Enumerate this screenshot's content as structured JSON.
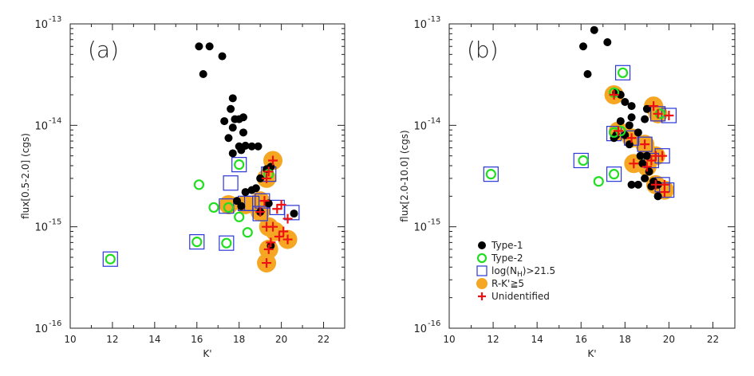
{
  "chart_data": [
    {
      "type": "scatter",
      "panel_label": "(a)",
      "xlabel": "K'",
      "ylabel": "flux[0.5-2.0] (cgs)",
      "xlim": [
        10,
        23
      ],
      "ylim": [
        1e-16,
        1e-13
      ],
      "yscale": "log",
      "xticks": [
        "10",
        "12",
        "14",
        "16",
        "18",
        "20",
        "22"
      ],
      "yticks": [
        {
          "base": "10",
          "exp": "-16",
          "value": 1e-16
        },
        {
          "base": "10",
          "exp": "-15",
          "value": 1e-15
        },
        {
          "base": "10",
          "exp": "-14",
          "value": 1e-14
        },
        {
          "base": "10",
          "exp": "-13",
          "value": 1e-13
        }
      ],
      "series": {
        "type1": [
          [
            16.1,
            6e-14
          ],
          [
            16.6,
            6e-14
          ],
          [
            17.2,
            4.8e-14
          ],
          [
            16.3,
            3.2e-14
          ],
          [
            17.7,
            1.85e-14
          ],
          [
            17.6,
            1.45e-14
          ],
          [
            18.2,
            1.2e-14
          ],
          [
            17.8,
            1.15e-14
          ],
          [
            18.0,
            1.15e-14
          ],
          [
            17.3,
            1.1e-14
          ],
          [
            17.7,
            9.5e-15
          ],
          [
            18.2,
            8.5e-15
          ],
          [
            17.5,
            7.5e-15
          ],
          [
            18.0,
            6.2e-15
          ],
          [
            18.3,
            6.3e-15
          ],
          [
            18.6,
            6.2e-15
          ],
          [
            18.9,
            6.2e-15
          ],
          [
            17.7,
            5.3e-15
          ],
          [
            18.1,
            5.7e-15
          ],
          [
            19.3,
            3.7e-15
          ],
          [
            19.5,
            3.9e-15
          ],
          [
            19.0,
            3e-15
          ],
          [
            18.8,
            2.4e-15
          ],
          [
            18.6,
            2.3e-15
          ],
          [
            18.3,
            2.2e-15
          ],
          [
            17.9,
            1.8e-15
          ],
          [
            18.1,
            1.6e-15
          ],
          [
            19.0,
            1.4e-15
          ],
          [
            19.4,
            1.7e-15
          ],
          [
            20.6,
            1.35e-15
          ],
          [
            19.5,
            6.5e-16
          ]
        ],
        "type2": [
          [
            11.9,
            4.8e-16
          ],
          [
            16.0,
            7.1e-16
          ],
          [
            17.4,
            6.9e-16
          ],
          [
            18.4,
            8.8e-16
          ],
          [
            16.1,
            2.6e-15
          ],
          [
            16.8,
            1.55e-15
          ],
          [
            17.5,
            1.55e-15
          ],
          [
            18.0,
            1.25e-15
          ],
          [
            18.0,
            4.1e-15
          ],
          [
            19.4,
            3.3e-15
          ]
        ],
        "log_nh": [
          [
            11.9,
            4.8e-16
          ],
          [
            16.0,
            7.1e-16
          ],
          [
            17.4,
            6.9e-16
          ],
          [
            17.6,
            2.7e-15
          ],
          [
            18.0,
            4.1e-15
          ],
          [
            19.4,
            3.3e-15
          ],
          [
            17.4,
            1.6e-15
          ],
          [
            18.6,
            1.7e-15
          ],
          [
            19.0,
            1.35e-15
          ],
          [
            19.8,
            1.55e-15
          ],
          [
            20.5,
            1.38e-15
          ],
          [
            19.1,
            1.8e-15
          ],
          [
            18.3,
            1.7e-15
          ]
        ],
        "rk5": [
          [
            19.6,
            4.5e-15
          ],
          [
            19.3,
            3e-15
          ],
          [
            17.5,
            1.65e-15
          ],
          [
            18.3,
            1.65e-15
          ],
          [
            19.0,
            1.8e-15
          ],
          [
            19.0,
            1.4e-15
          ],
          [
            19.4,
            1e-15
          ],
          [
            19.7,
            9e-16
          ],
          [
            20.3,
            7.5e-16
          ],
          [
            19.4,
            6e-16
          ],
          [
            19.3,
            4.4e-16
          ]
        ],
        "unidentified": [
          [
            19.6,
            4.5e-15
          ],
          [
            19.4,
            3.5e-15
          ],
          [
            19.3,
            3e-15
          ],
          [
            20.0,
            1.65e-15
          ],
          [
            19.8,
            1.5e-15
          ],
          [
            19.2,
            1.8e-15
          ],
          [
            19.0,
            1.4e-15
          ],
          [
            19.3,
            1e-15
          ],
          [
            19.6,
            1e-15
          ],
          [
            19.9,
            8e-16
          ],
          [
            20.1,
            9e-16
          ],
          [
            20.3,
            7.5e-16
          ],
          [
            20.3,
            1.2e-15
          ],
          [
            19.4,
            6e-16
          ],
          [
            19.3,
            4.4e-16
          ],
          [
            19.5,
            7e-16
          ]
        ]
      }
    },
    {
      "type": "scatter",
      "panel_label": "(b)",
      "xlabel": "K'",
      "ylabel": "flux[2.0-10.0] (cgs)",
      "xlim": [
        10,
        23
      ],
      "ylim": [
        1e-16,
        1e-13
      ],
      "yscale": "log",
      "xticks": [
        "10",
        "12",
        "14",
        "16",
        "18",
        "20",
        "22"
      ],
      "yticks": [
        {
          "base": "10",
          "exp": "-16",
          "value": 1e-16
        },
        {
          "base": "10",
          "exp": "-15",
          "value": 1e-15
        },
        {
          "base": "10",
          "exp": "-14",
          "value": 1e-14
        },
        {
          "base": "10",
          "exp": "-13",
          "value": 1e-13
        }
      ],
      "series": {
        "type1": [
          [
            16.6,
            8.7e-14
          ],
          [
            17.2,
            6.6e-14
          ],
          [
            16.1,
            6e-14
          ],
          [
            16.3,
            3.2e-14
          ],
          [
            17.6,
            2.1e-14
          ],
          [
            17.8,
            2e-14
          ],
          [
            18.0,
            1.7e-14
          ],
          [
            18.3,
            1.55e-14
          ],
          [
            19.0,
            1.45e-14
          ],
          [
            18.3,
            1.2e-14
          ],
          [
            17.8,
            1.1e-14
          ],
          [
            18.9,
            1.15e-14
          ],
          [
            18.2,
            1e-14
          ],
          [
            17.6,
            8e-15
          ],
          [
            18.0,
            8e-15
          ],
          [
            18.6,
            8.5e-15
          ],
          [
            17.5,
            7.5e-15
          ],
          [
            18.2,
            6.5e-15
          ],
          [
            18.7,
            5e-15
          ],
          [
            19.0,
            5e-15
          ],
          [
            19.1,
            3.5e-15
          ],
          [
            18.9,
            3e-15
          ],
          [
            19.3,
            2.8e-15
          ],
          [
            19.5,
            2.6e-15
          ],
          [
            18.3,
            2.6e-15
          ],
          [
            18.6,
            2.6e-15
          ],
          [
            19.2,
            2.5e-15
          ],
          [
            19.5,
            2e-15
          ],
          [
            18.8,
            4.2e-15
          ]
        ],
        "type2": [
          [
            11.9,
            3.3e-15
          ],
          [
            16.1,
            4.5e-15
          ],
          [
            16.8,
            2.8e-15
          ],
          [
            17.5,
            3.3e-15
          ],
          [
            17.5,
            8.5e-15
          ],
          [
            17.5,
            2.1e-14
          ],
          [
            17.8,
            8.8e-15
          ],
          [
            17.9,
            3.3e-14
          ],
          [
            19.6,
            1.3e-14
          ]
        ],
        "log_nh": [
          [
            11.9,
            3.3e-15
          ],
          [
            16.0,
            4.5e-15
          ],
          [
            17.5,
            3.3e-15
          ],
          [
            17.9,
            3.3e-14
          ],
          [
            17.5,
            8.3e-15
          ],
          [
            19.5,
            1.3e-14
          ],
          [
            20.0,
            1.25e-14
          ],
          [
            19.7,
            5e-15
          ],
          [
            19.2,
            4.5e-15
          ],
          [
            18.3,
            7.5e-15
          ],
          [
            19.7,
            2.6e-15
          ],
          [
            19.9,
            2.3e-15
          ],
          [
            18.9,
            6.5e-15
          ]
        ],
        "rk5": [
          [
            17.5,
            2e-14
          ],
          [
            19.3,
            1.55e-14
          ],
          [
            19.5,
            1.3e-14
          ],
          [
            17.7,
            8.8e-15
          ],
          [
            18.3,
            7.5e-15
          ],
          [
            18.9,
            6.5e-15
          ],
          [
            19.4,
            5e-15
          ],
          [
            18.4,
            4.2e-15
          ],
          [
            19.0,
            3.9e-15
          ],
          [
            19.4,
            2.6e-15
          ],
          [
            19.8,
            2.3e-15
          ]
        ],
        "unidentified": [
          [
            17.5,
            2e-14
          ],
          [
            19.3,
            1.55e-14
          ],
          [
            19.5,
            1.3e-14
          ],
          [
            20.0,
            1.25e-14
          ],
          [
            17.7,
            8.8e-15
          ],
          [
            18.3,
            7.5e-15
          ],
          [
            18.9,
            6.5e-15
          ],
          [
            19.4,
            5e-15
          ],
          [
            19.7,
            5e-15
          ],
          [
            19.2,
            4.5e-15
          ],
          [
            18.4,
            4.2e-15
          ],
          [
            19.0,
            3.9e-15
          ],
          [
            19.4,
            2.6e-15
          ],
          [
            19.8,
            2.6e-15
          ],
          [
            19.8,
            2.2e-15
          ]
        ]
      }
    }
  ],
  "legend": [
    {
      "key": "type1",
      "label": "Type-1"
    },
    {
      "key": "type2",
      "label": "Type-2"
    },
    {
      "key": "log_nh",
      "label": "log(N",
      "sub": "H",
      "suffix": ")>21.5"
    },
    {
      "key": "rk5",
      "label": "R-K'≧5"
    },
    {
      "key": "unidentified",
      "label": "Unidentified"
    }
  ],
  "legend_placement": "bottom-left of panel (b)",
  "colors": {
    "type1": "#000000",
    "type2": "#22dd22",
    "log_nh": "#2a36d6",
    "rk5": "#f5a623",
    "unidentified": "#ee1111",
    "axis": "#222222"
  },
  "grid": false
}
